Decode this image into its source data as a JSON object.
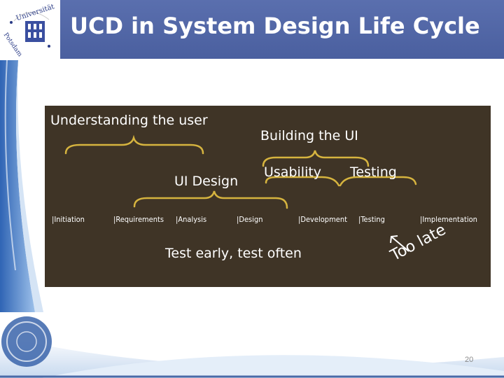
{
  "slide": {
    "title": "UCD in System Design Life Cycle",
    "page_number": "20",
    "header_color": "#5468a8"
  },
  "diagram": {
    "labels": {
      "understanding": "Understanding the user",
      "building": "Building the UI",
      "usability": "Usability",
      "testing": "Testing",
      "ui_design": "UI Design",
      "test_early": "Test early, test often",
      "too_late": "Too late"
    },
    "phases": [
      "|Initiation",
      "|Requirements",
      "|Analysis",
      "|Design",
      "|Development",
      "|Testing",
      "|Implementation"
    ]
  },
  "logo": {
    "top_text": "Universität",
    "side_text": "Potsdam"
  }
}
